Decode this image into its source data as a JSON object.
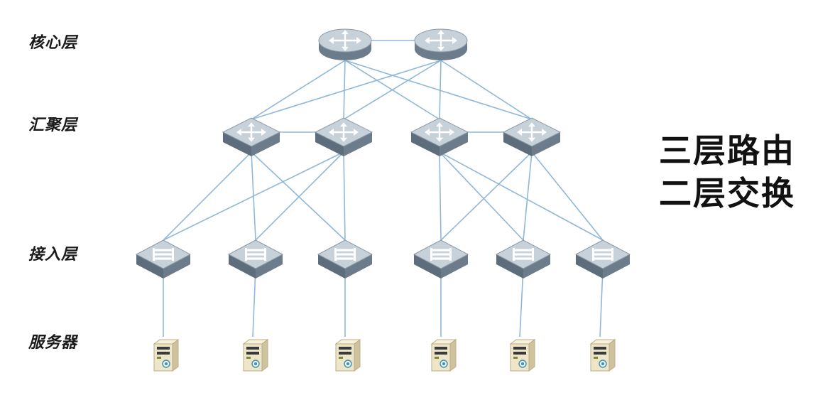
{
  "layers": {
    "core": "核心层",
    "aggregation": "汇聚层",
    "access": "接入层",
    "servers": "服务器"
  },
  "headline": {
    "line1": "三层路由",
    "line2": "二层交换"
  },
  "colors": {
    "link": "#8fb7d8",
    "device_top": "#c7d1da",
    "device_side": "#6d7c8a",
    "device_mark": "#ffffff",
    "server_body": "#efe6c9",
    "server_dark": "#3a3a3a",
    "text": "#1a1a1a"
  },
  "icons": {
    "core": "router-icon",
    "aggregation": "layer3-switch-icon",
    "access": "layer2-switch-icon",
    "server": "server-icon"
  }
}
